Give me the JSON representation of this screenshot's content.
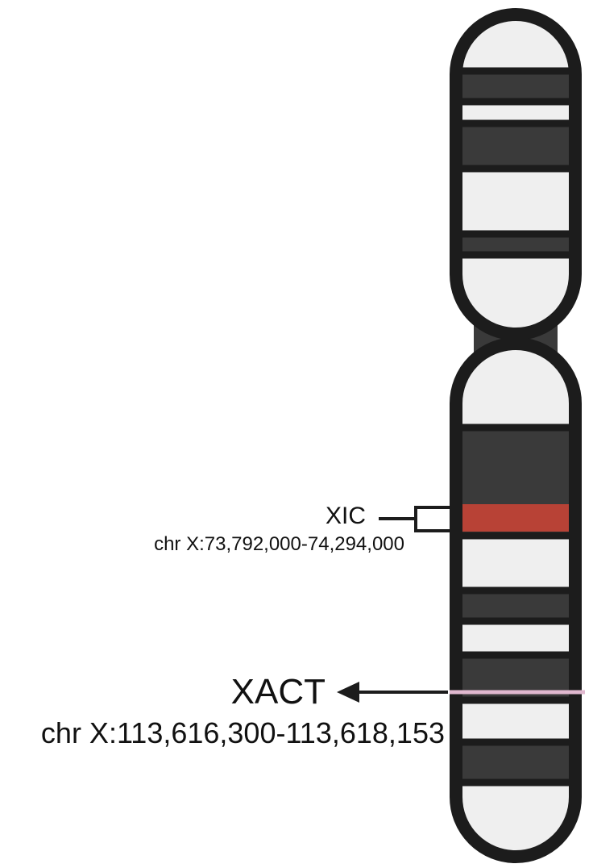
{
  "colors": {
    "outline": "#1c1c1c",
    "band_light": "#efefef",
    "band_dark": "#3a3a3a",
    "xic_highlight": "#b84236",
    "xact_line": "#e0b8cf"
  },
  "chromosome": {
    "name": "chr X",
    "p_arm_bands": [
      "light",
      "dark",
      "light",
      "dark",
      "light",
      "dark",
      "light"
    ],
    "q_arm_bands": [
      "light",
      "dark",
      "xic",
      "light",
      "dark",
      "light",
      "dark",
      "xact",
      "light",
      "dark",
      "light"
    ]
  },
  "markers": {
    "xic": {
      "name": "XIC",
      "coords": "chr X:73,792,000-74,294,000"
    },
    "xact": {
      "name": "XACT",
      "coords": "chr X:113,616,300-113,618,153"
    }
  }
}
